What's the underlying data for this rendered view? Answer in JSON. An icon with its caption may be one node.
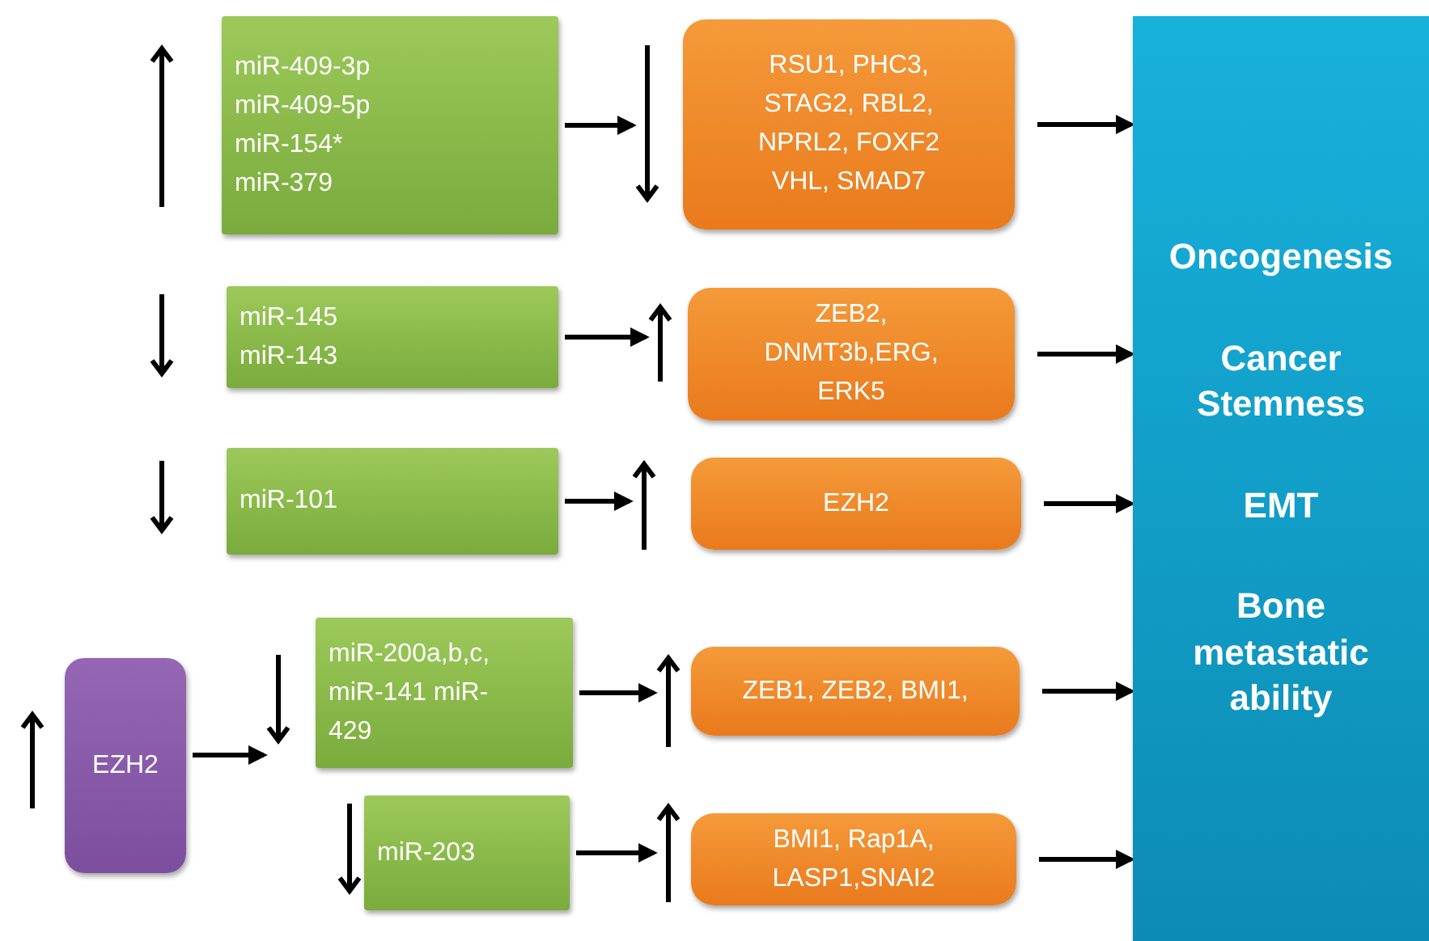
{
  "diagram": {
    "nodes": [
      {
        "text": [
          "miR-409-3p",
          "miR-409-5p",
          "miR-154*",
          "miR-379"
        ]
      },
      {
        "text": [
          "RSU1, PHC3, STAG2, RBL2, NPRL2, FOXF2 VHL, SMAD7"
        ]
      },
      {
        "text": [
          "miR-145",
          "miR-143"
        ]
      },
      {
        "text": [
          "ZEB2, DNMT3b,ERG, ERK5"
        ]
      },
      {
        "text": [
          "miR-101"
        ]
      },
      {
        "text": [
          "EZH2"
        ]
      },
      {
        "text": [
          "EZH2"
        ]
      },
      {
        "text": [
          "miR-200a,b,c, miR-141 miR-429"
        ]
      },
      {
        "text": [
          "ZEB1, ZEB2, BMI1,"
        ]
      },
      {
        "text": [
          "miR-203"
        ]
      },
      {
        "text": [
          "BMI1, Rap1A, LASP1,SNAI2"
        ]
      },
      {
        "text": [
          "Oncogenesis",
          "Cancer Stemness",
          "EMT",
          "Bone metastatic ability"
        ]
      }
    ],
    "edges": [
      {
        "from": 0,
        "to": 1,
        "arrow": "to"
      },
      {
        "from": 1,
        "to": 11,
        "arrow": "to"
      },
      {
        "from": 2,
        "to": 3,
        "arrow": "to"
      },
      {
        "from": 3,
        "to": 11,
        "arrow": "to"
      },
      {
        "from": 4,
        "to": 5,
        "arrow": "to"
      },
      {
        "from": 5,
        "to": 11,
        "arrow": "to"
      },
      {
        "from": 6,
        "to": 7,
        "arrow": "to"
      },
      {
        "from": 7,
        "to": 8,
        "arrow": "to"
      },
      {
        "from": 8,
        "to": 11,
        "arrow": "to"
      },
      {
        "from": 9,
        "to": 10,
        "arrow": "to"
      },
      {
        "from": 10,
        "to": 11,
        "arrow": "to"
      }
    ]
  }
}
